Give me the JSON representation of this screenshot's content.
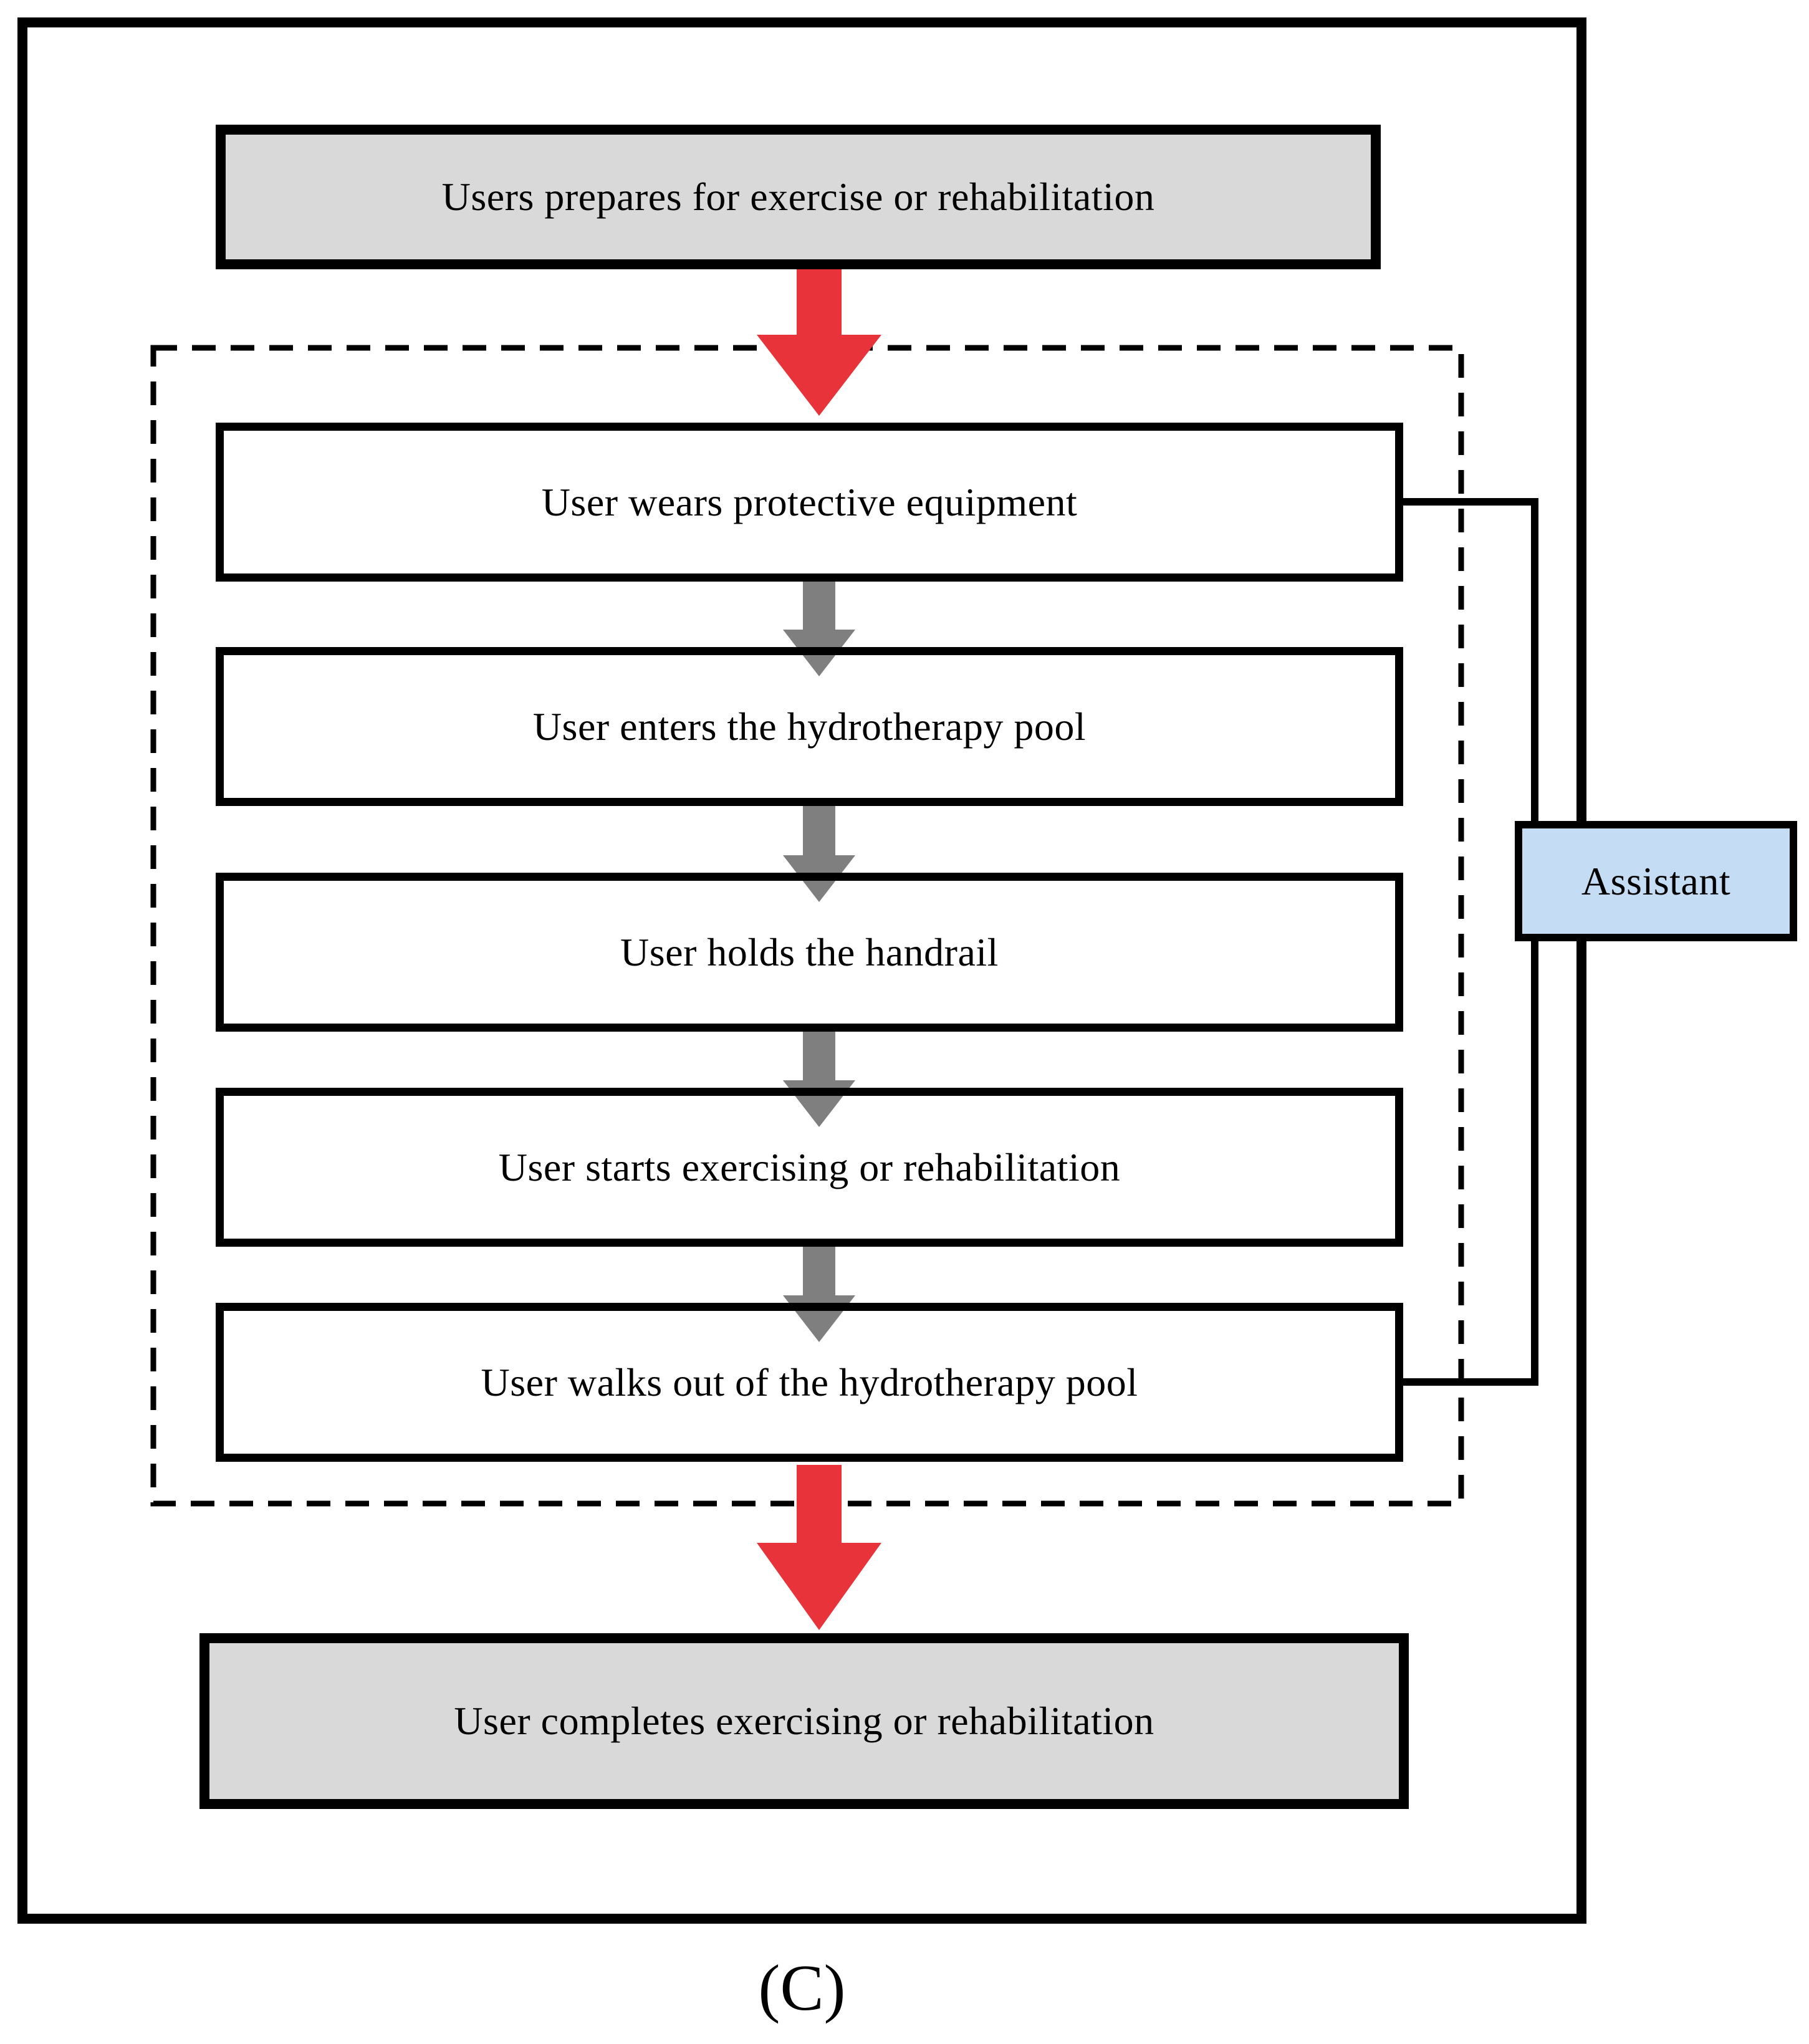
{
  "figure": {
    "caption": "(C)",
    "nodes": {
      "start": "Users prepares for exercise or rehabilitation",
      "steps": [
        "User wears protective equipment",
        "User enters the hydrotherapy pool",
        "User holds the handrail",
        "User starts exercising or rehabilitation",
        "User walks out of the hydrotherapy pool"
      ],
      "end": "User completes exercising or rehabilitation",
      "assistant": "Assistant"
    },
    "colors": {
      "terminal_fill": "#d9d9d9",
      "step_fill": "#ffffff",
      "assistant_fill": "#c5ddf4",
      "red_arrow": "#e8333a",
      "gray_arrow": "#7f7f7f",
      "line": "#000000"
    }
  }
}
